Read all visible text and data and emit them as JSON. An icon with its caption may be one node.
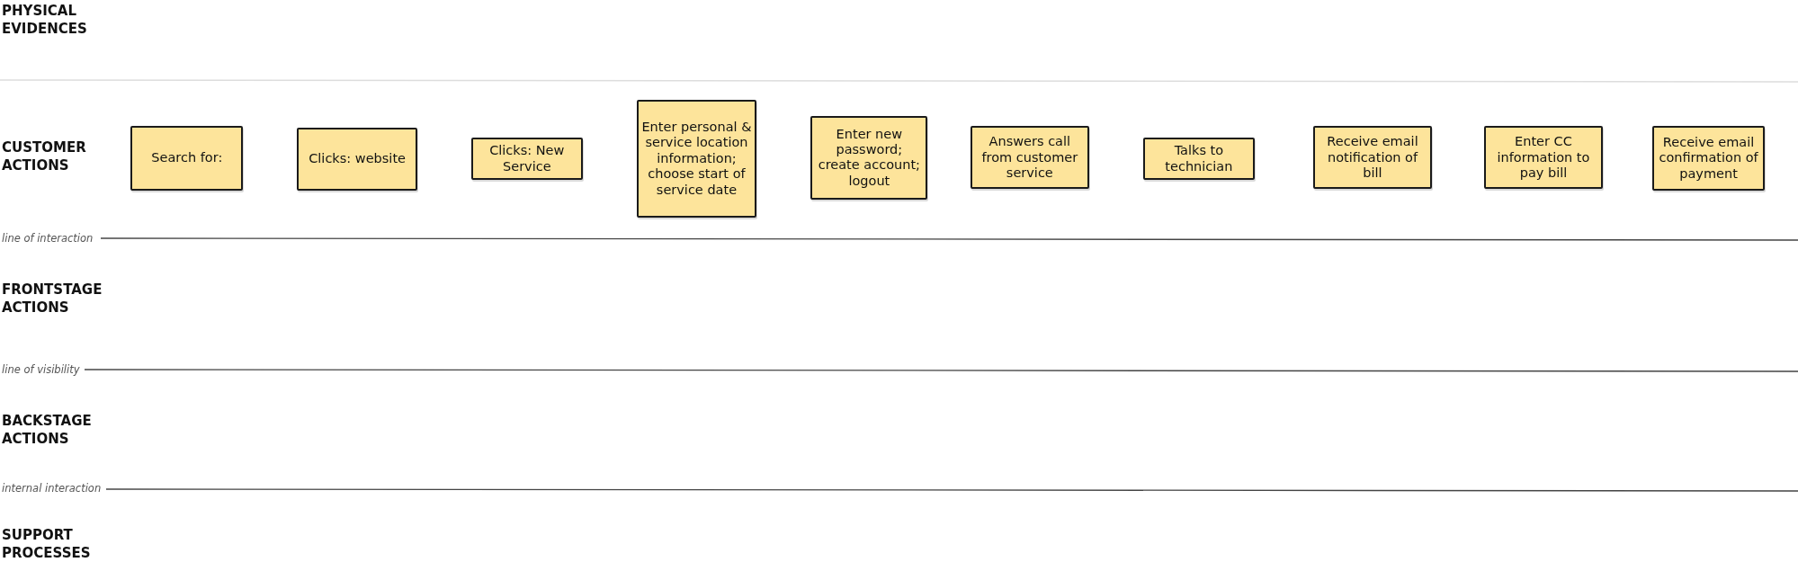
{
  "diagram": {
    "nodes": [
      {
        "text": [
          "Search for:"
        ]
      },
      {
        "text": [
          "Clicks: website"
        ]
      },
      {
        "text": [
          "Clicks: New Service"
        ]
      },
      {
        "text": [
          "Enter personal & service location information; choose start of service date"
        ]
      },
      {
        "text": [
          "Enter new password; create account; logout"
        ]
      },
      {
        "text": [
          "Answers call from customer service"
        ]
      },
      {
        "text": [
          "Talks to technician"
        ]
      },
      {
        "text": [
          "Receive email notification of bill"
        ]
      },
      {
        "text": [
          "Enter CC information to pay bill"
        ]
      },
      {
        "text": [
          "Receive email confirmation of payment"
        ]
      }
    ],
    "labels": [
      "PHYSICAL EVIDENCES",
      "CUSTOMER ACTIONS",
      "line of interaction",
      "FRONTSTAGE ACTIONS",
      "line of visibility",
      "BACKSTAGE ACTIONS",
      "internal interaction",
      "SUPPORT PROCESSES"
    ]
  }
}
